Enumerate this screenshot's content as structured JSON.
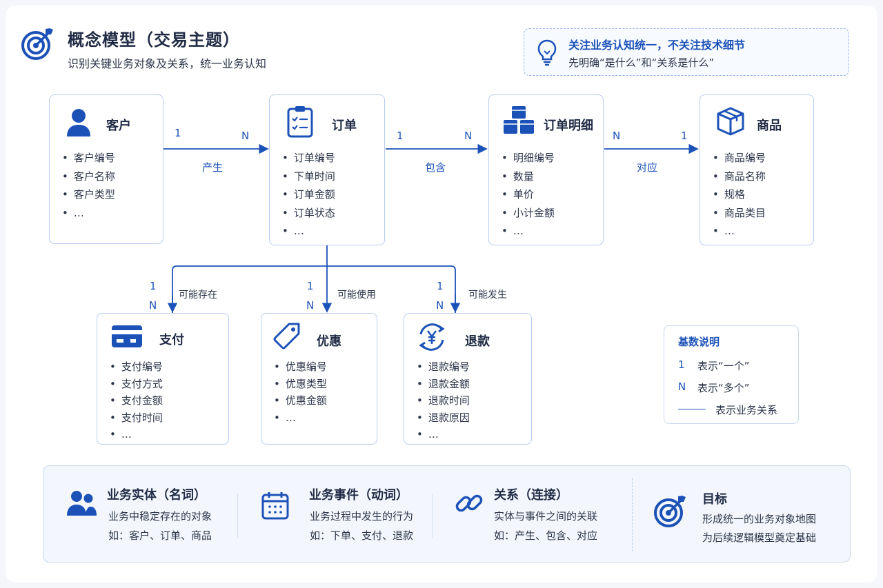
{
  "header": {
    "title": "概念模型（交易主题）",
    "subtitle": "识别关键业务对象及关系，统一业务认知",
    "note_title": "关注业务认知统一，不关注技术细节",
    "note_body": "先明确“是什么”和“关系是什么”"
  },
  "entities": {
    "customer": {
      "title": "客户",
      "fields": [
        "客户编号",
        "客户名称",
        "客户类型",
        "…"
      ]
    },
    "order": {
      "title": "订单",
      "fields": [
        "订单编号",
        "下单时间",
        "订单金额",
        "订单状态",
        "…"
      ]
    },
    "order_detail": {
      "title": "订单明细",
      "fields": [
        "明细编号",
        "数量",
        "单价",
        "小计金额",
        "…"
      ]
    },
    "product": {
      "title": "商品",
      "fields": [
        "商品编号",
        "商品名称",
        "规格",
        "商品类目",
        "…"
      ]
    },
    "payment": {
      "title": "支付",
      "fields": [
        "支付编号",
        "支付方式",
        "支付金额",
        "支付时间",
        "…"
      ]
    },
    "discount": {
      "title": "优惠",
      "fields": [
        "优惠编号",
        "优惠类型",
        "优惠金额",
        "…"
      ]
    },
    "refund": {
      "title": "退款",
      "fields": [
        "退款编号",
        "退款金额",
        "退款时间",
        "退款原因",
        "…"
      ]
    }
  },
  "relations": {
    "customer_order": {
      "label": "产生",
      "from_card": "1",
      "to_card": "N"
    },
    "order_detail": {
      "label": "包含",
      "from_card": "1",
      "to_card": "N"
    },
    "detail_product": {
      "label": "对应",
      "from_card": "N",
      "to_card": "1"
    },
    "order_payment": {
      "label": "可能存在",
      "from_card": "1",
      "to_card": "N"
    },
    "order_discount": {
      "label": "可能使用",
      "from_card": "1",
      "to_card": "N"
    },
    "order_refund": {
      "label": "可能发生",
      "from_card": "1",
      "to_card": "N"
    }
  },
  "legend": {
    "title": "基数说明",
    "one_key": "1",
    "one_text": "表示“一个”",
    "many_key": "N",
    "many_text": "表示“多个”",
    "line_text": "表示业务关系"
  },
  "bottom": {
    "entity": {
      "title": "业务实体（名词）",
      "line1": "业务中稳定存在的对象",
      "line2": "如：客户、订单、商品"
    },
    "event": {
      "title": "业务事件（动词）",
      "line1": "业务过程中发生的行为",
      "line2": "如：下单、支付、退款"
    },
    "relation": {
      "title": "关系（连接）",
      "line1": "实体与事件之间的关联",
      "line2": "如：产生、包含、对应"
    },
    "goal": {
      "title": "目标",
      "line1": "形成统一的业务对象地图",
      "line2": "为后续逻辑模型奠定基础"
    }
  },
  "colors": {
    "accent": "#1c52b8",
    "border": "#b9cdef",
    "text": "#1f2a44"
  }
}
